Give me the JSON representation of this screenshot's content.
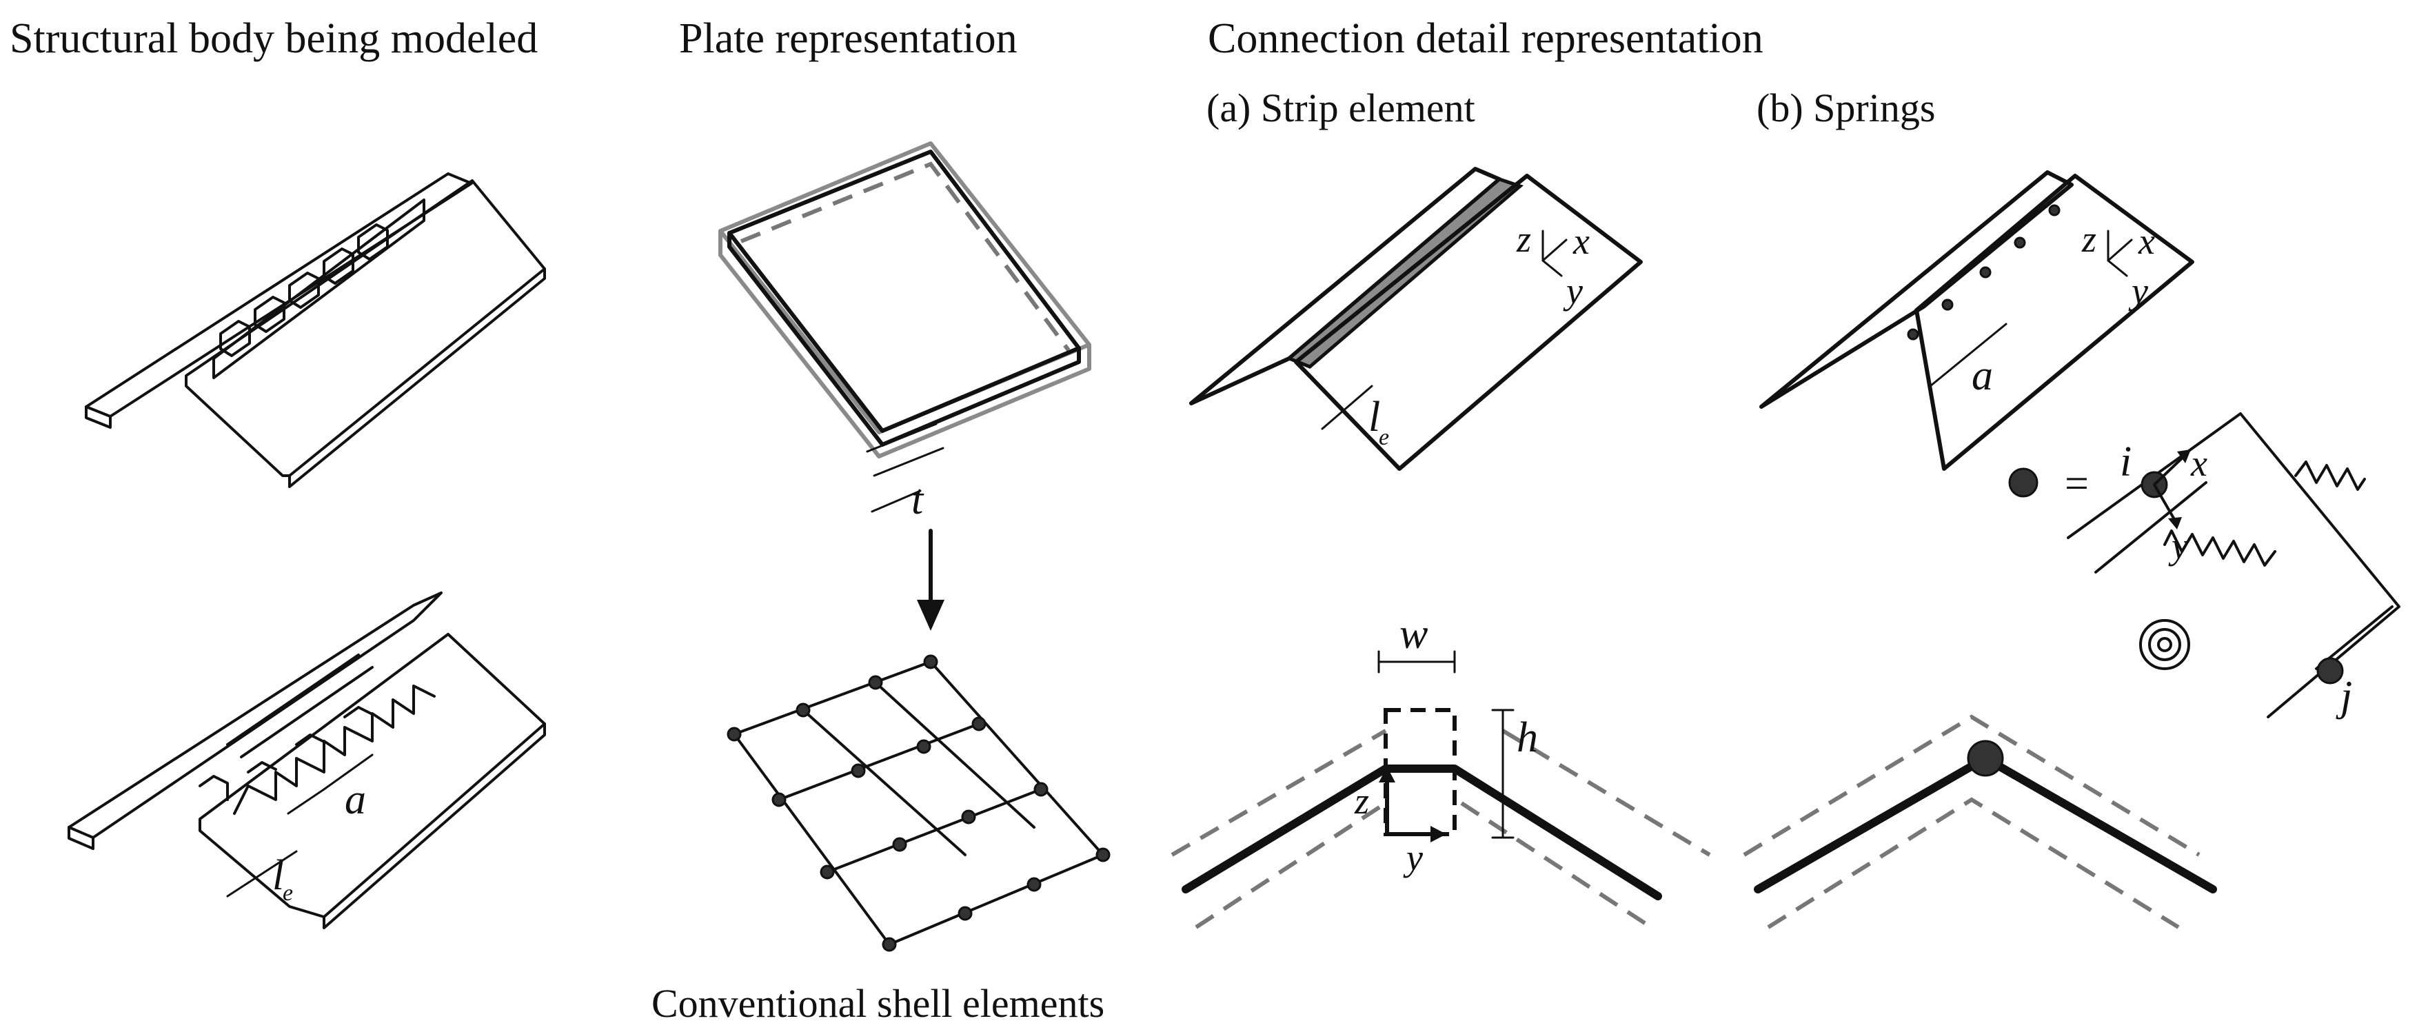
{
  "titles": {
    "structural_body": "Structural body being modeled",
    "plate": "Plate representation",
    "connection": "Connection detail representation"
  },
  "subtitles": {
    "strip": "(a) Strip element",
    "springs": "(b) Springs"
  },
  "labels": {
    "t": "t",
    "a": "a",
    "l": "l",
    "l_sub": "e",
    "w": "w",
    "h": "h",
    "x": "x",
    "y": "y",
    "z": "z",
    "i": "i",
    "j": "j",
    "equals": "="
  },
  "caption": {
    "shell": "Conventional shell elements"
  },
  "colors": {
    "strip_fill": "#8c8c8c",
    "node_fill": "#333333",
    "outline": "#111111",
    "ghost_outline": "#8a8a8a"
  }
}
